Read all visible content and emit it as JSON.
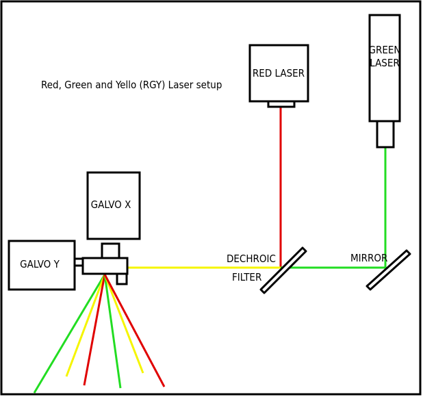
{
  "title": "Red, Green and Yello (RGY) Laser setup",
  "components": {
    "red_laser": "RED LASER",
    "green_laser_line1": "GREEN",
    "green_laser_line2": "LASER",
    "galvo_x": "GALVO X",
    "galvo_y": "GALVO Y",
    "dichroic_line1": "DECHROIC",
    "dichroic_line2": "FILTER",
    "mirror": "MIRROR"
  },
  "colors": {
    "red_beam": "#e00000",
    "green_beam": "#22dd22",
    "yellow_beam": "#f5f500",
    "outline": "#000000",
    "background": "#ffffff"
  }
}
